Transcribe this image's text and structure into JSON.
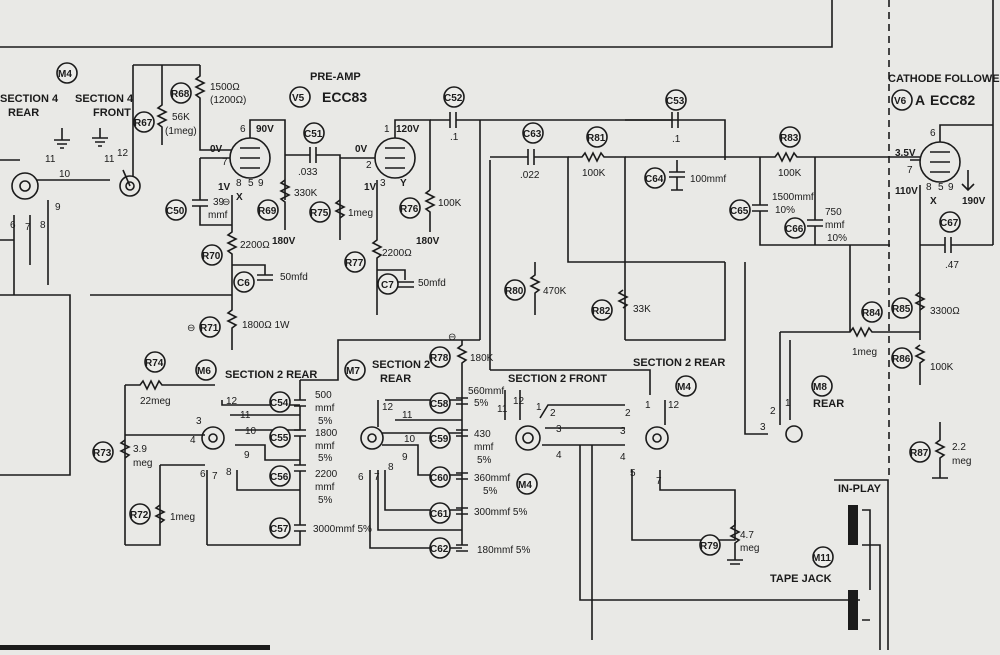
{
  "preamp": {
    "title": "PRE-AMP",
    "tube": "V5",
    "type": "ECC83"
  },
  "cathode": {
    "title": "CATHODE FOLLOWER",
    "tube": "V6",
    "section": "A",
    "type": "ECC82"
  },
  "switch_labels": {
    "m4_left": "M4",
    "sec4_rear": "SECTION 4",
    "rear": "REAR",
    "sec4_front": "SECTION 4",
    "front": "FRONT",
    "m6": "M6",
    "m6_title": "SECTION 2 REAR",
    "m7": "M7",
    "m7_title": "SECTION 2",
    "m7_rear": "REAR",
    "m4_mid": "M4",
    "sec2_front": "SECTION 2 FRONT",
    "m4_right": "M4",
    "sec2_rear_r": "SECTION 2 REAR",
    "m8": "M8",
    "m8_rear": "REAR",
    "inplay": "IN-PLAY",
    "m11": "M11",
    "tapejack": "TAPE JACK"
  },
  "parts": {
    "r67": "R67",
    "r68": "R68",
    "r68_val": "1500Ω",
    "r68_val2": "(1200Ω)",
    "r67_val": "56K",
    "r67_val2": "(1meg)",
    "c50": "C50",
    "c50_val": "39",
    "c50_unit": "mmf",
    "r69": "R69",
    "r69_val": "330K",
    "r70": "R70",
    "r70_val": "2200Ω",
    "c6": "C6",
    "c6_val": "50mfd",
    "r71": "R71",
    "r71_val": "1800Ω 1W",
    "c51": "C51",
    "c51_val": ".033",
    "r75": "R75",
    "r75_val": "1meg",
    "r76": "R76",
    "r76_val": "100K",
    "r77": "R77",
    "r77_val": "2200Ω",
    "c7": "C7",
    "c7_val": "50mfd",
    "c52": "C52",
    "c52_val": ".1",
    "c63": "C63",
    "c63_val": ".022",
    "r81": "R81",
    "r81_val": "100K",
    "c53": "C53",
    "c53_val": ".1",
    "c64": "C64",
    "c64_val": "100mmf",
    "r80": "R80",
    "r80_val": "470K",
    "r82": "R82",
    "r82_val": "33K",
    "r83": "R83",
    "r83_val": "100K",
    "c65": "C65",
    "c65_val": "1500mmf",
    "c65_tol": "10%",
    "c66": "C66",
    "c66_val": "750",
    "c66_unit": "mmf",
    "c66_tol": "10%",
    "r84": "R84",
    "r84_val": "1meg",
    "r85": "R85",
    "r85_val": "3300Ω",
    "r86": "R86",
    "r86_val": "100K",
    "c67": "C67",
    "c67_val": ".47",
    "r87": "R87",
    "r87_val": "2.2",
    "r87_unit": "meg",
    "r74": "R74",
    "r74_val": "22meg",
    "r73": "R73",
    "r73_val": "3.9",
    "r73_unit": "meg",
    "r72": "R72",
    "r72_val": "1meg",
    "c54": "C54",
    "c54_val": "500",
    "c54_unit": "mmf",
    "c54_tol": "5%",
    "c55": "C55",
    "c55_val": "1800",
    "c55_unit": "mmf",
    "c55_tol": "5%",
    "c56": "C56",
    "c56_val": "2200",
    "c56_unit": "mmf",
    "c56_tol": "5%",
    "c57": "C57",
    "c57_val": "3000mmf 5%",
    "r78": "R78",
    "r78_val": "180K",
    "c58": "C58",
    "c58_val": "560mmf",
    "c58_tol": "5%",
    "c59": "C59",
    "c59_val": "430",
    "c59_unit": "mmf",
    "c59_tol": "5%",
    "c60": "C60",
    "c60_val": "360mmf",
    "c60_tol": "5%",
    "c61": "C61",
    "c61_val": "300mmf 5%",
    "c62": "C62",
    "c62_val": "180mmf 5%",
    "r79": "R79",
    "r79_val": "4.7",
    "r79_unit": "meg"
  },
  "voltages": {
    "v5a_plate": "90V",
    "v5a_grid": "0V",
    "v5a_cath": "1V",
    "v5a_bplus": "180V",
    "v5b_plate": "120V",
    "v5b_grid": "0V",
    "v5b_cath": "1V",
    "v5b_bplus": "180V",
    "v6_grid": "3.5V",
    "v6_cath": "110V",
    "v6_bplus": "190V"
  },
  "pins": {
    "p6": "6",
    "p7": "7",
    "p8": "8",
    "p9": "9",
    "p5": "5",
    "p1": "1",
    "p2": "2",
    "p3": "3",
    "p4": "4",
    "p10": "10",
    "p11": "11",
    "p12": "12",
    "x": "X",
    "y": "Y",
    "minus": "⊖"
  }
}
